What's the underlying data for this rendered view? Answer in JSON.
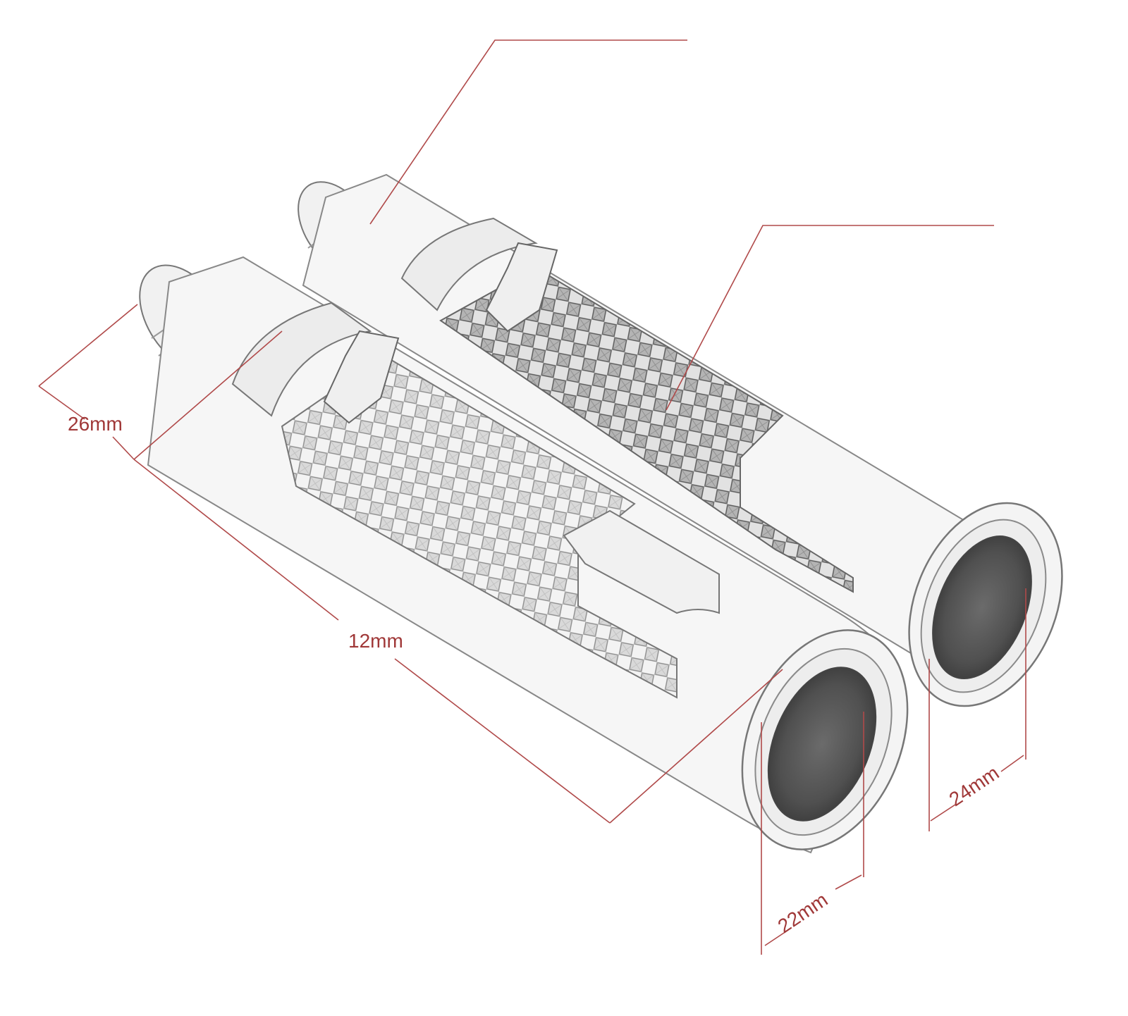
{
  "diagram": {
    "subject": "handlebar-grip-pair",
    "leader_color": "#b04a4a",
    "dimension_color": "#a03838",
    "dimensions": {
      "width": "26mm",
      "length": "12mm",
      "inner_diameter_front": "22mm",
      "inner_diameter_rear": "24mm"
    }
  }
}
